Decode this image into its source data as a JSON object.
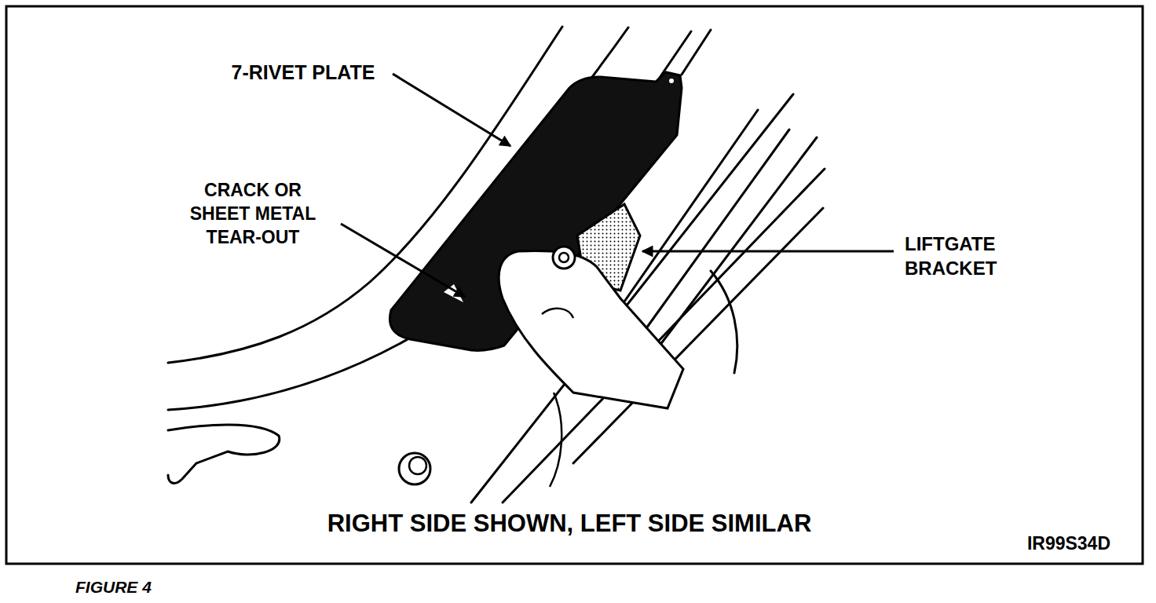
{
  "diagram": {
    "caption": "FIGURE 4",
    "labels": [
      "7-RIVET PLATE",
      "CRACK OR SHEET METAL TEAR-OUT",
      "LIFTGATE BRACKET",
      "RIGHT SIDE SHOWN, LEFT SIDE SIMILAR",
      "IR99S34D"
    ]
  }
}
